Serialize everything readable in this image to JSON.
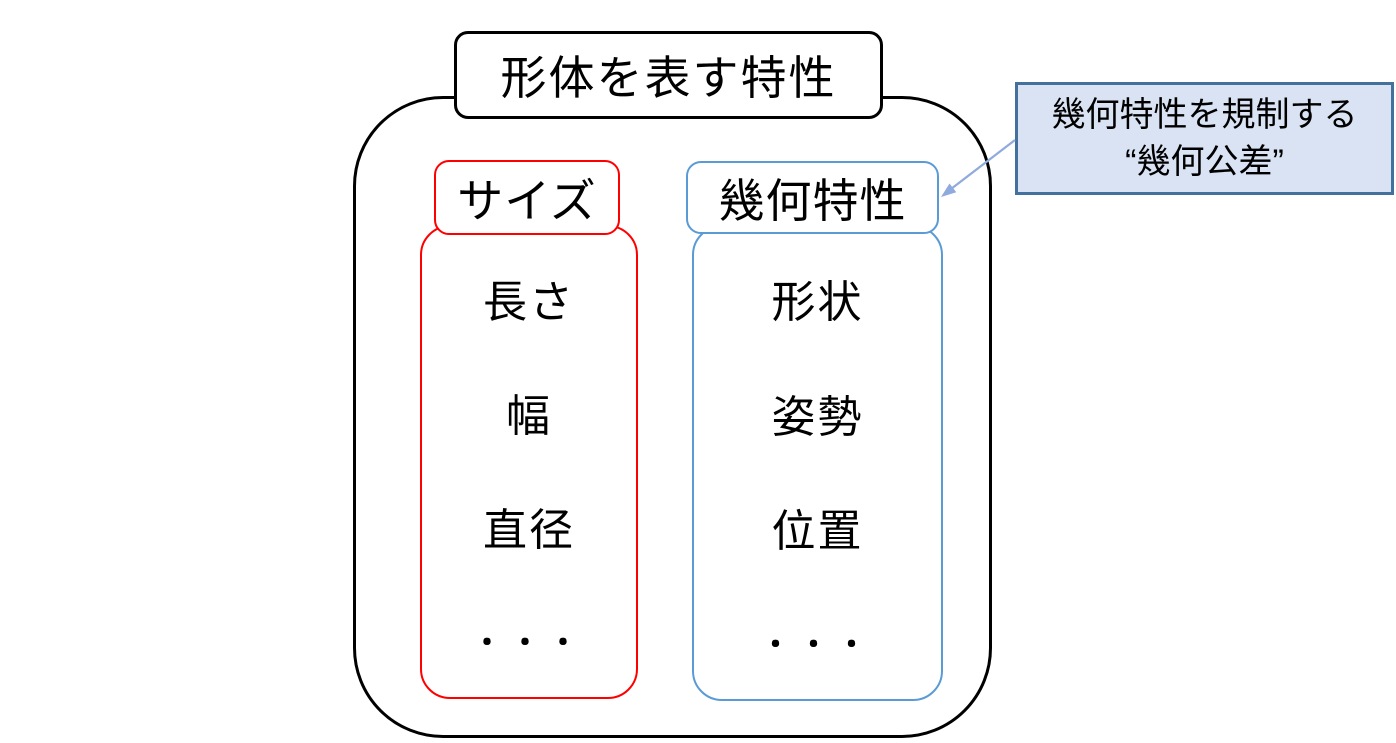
{
  "diagram": {
    "title": "形体を表す特性",
    "size_column": {
      "header": "サイズ",
      "items": [
        "長さ",
        "幅",
        "直径",
        "・・・"
      ],
      "accent_color": "#FF0000"
    },
    "geometry_column": {
      "header": "幾何特性",
      "items": [
        "形状",
        "姿勢",
        "位置",
        "・・・"
      ],
      "accent_color": "#5B9BD5"
    },
    "callout": {
      "line1": "幾何特性を規制する",
      "line2": "“幾何公差”",
      "fill_color": "#DAE3F3",
      "border_color": "#41719C",
      "arrow_color": "#8FAADC"
    }
  }
}
